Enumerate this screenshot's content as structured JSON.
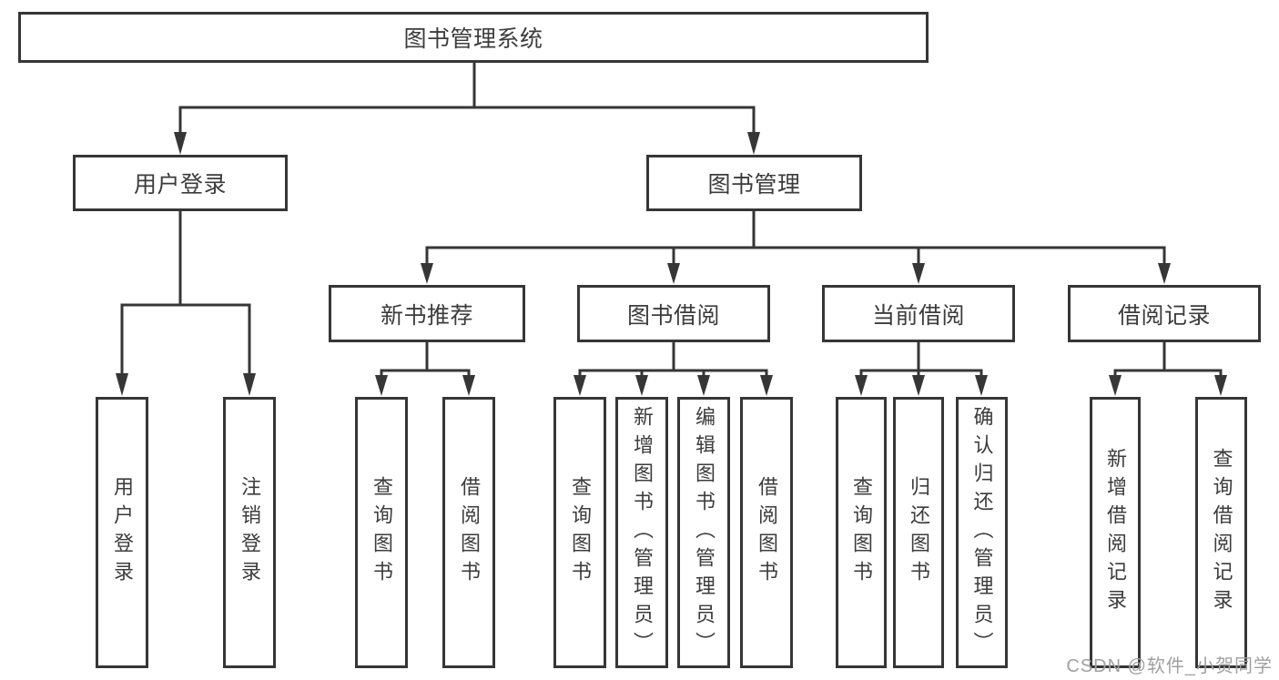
{
  "diagram": {
    "root": {
      "label": "图书管理系统"
    },
    "branches": [
      {
        "label": "用户登录",
        "children": [
          {
            "label": "用户登录"
          },
          {
            "label": "注销登录"
          }
        ]
      },
      {
        "label": "图书管理",
        "children": [
          {
            "label": "新书推荐",
            "children": [
              {
                "label": "查询图书"
              },
              {
                "label": "借阅图书"
              }
            ]
          },
          {
            "label": "图书借阅",
            "children": [
              {
                "label": "查询图书"
              },
              {
                "label": "新增图书（管理员）"
              },
              {
                "label": "编辑图书（管理员）"
              },
              {
                "label": "借阅图书"
              }
            ]
          },
          {
            "label": "当前借阅",
            "children": [
              {
                "label": "查询图书"
              },
              {
                "label": "归还图书"
              },
              {
                "label": "确认归还（管理员）"
              }
            ]
          },
          {
            "label": "借阅记录",
            "children": [
              {
                "label": "新增借阅记录"
              },
              {
                "label": "查询借阅记录"
              }
            ]
          }
        ]
      }
    ]
  },
  "watermark": {
    "text": "CSDN @软件_小贺同学",
    "color": "#a0a0a0"
  },
  "style": {
    "line_color": "#363636",
    "box_border_color": "#363636",
    "box_background": "#ffffff",
    "text_color": "#3c3c3c",
    "page_background": "#ffffff"
  }
}
